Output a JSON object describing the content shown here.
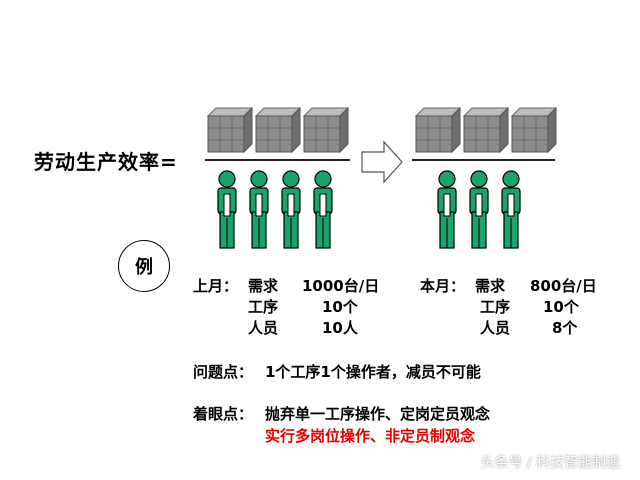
{
  "title": "劳动生产效率=",
  "example_label": "例",
  "last_month": {
    "label": "上月：",
    "rows": [
      {
        "name": "需求",
        "value": "1000台/日"
      },
      {
        "name": "工序",
        "value": "10个"
      },
      {
        "name": "人员",
        "value": "10人"
      }
    ]
  },
  "this_month": {
    "label": "本月：",
    "rows": [
      {
        "name": "需求",
        "value": "800台/日"
      },
      {
        "name": "工序",
        "value": "10个"
      },
      {
        "name": "人员",
        "value": "8个"
      }
    ]
  },
  "problem": {
    "label": "问题点：",
    "text": "1个工序1个操作者，减员不可能"
  },
  "focus": {
    "label": "着眼点：",
    "text": "抛弃单一工序操作、定岗定员观念",
    "highlight": "实行多岗位操作、非定员制观念"
  },
  "watermark": "头条号 / 科技智能制造",
  "colors": {
    "person": "#1aa36b",
    "box": "#8c8c8c",
    "highlight": "#e60000"
  },
  "left_group": {
    "boxes": 3,
    "people": 4
  },
  "right_group": {
    "boxes": 3,
    "people": 3
  }
}
